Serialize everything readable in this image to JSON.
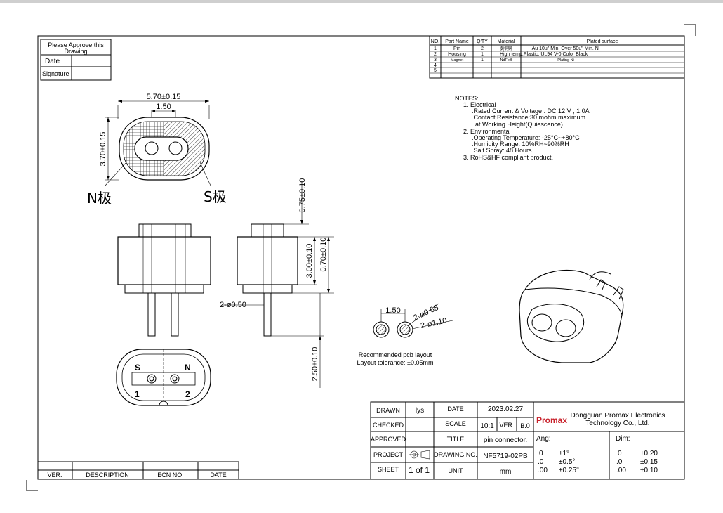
{
  "approve_box": {
    "title_line1": "Please Approve this",
    "title_line2": "Drawing",
    "date_label": "Date",
    "signature_label": "Signature"
  },
  "bom": {
    "headers": [
      "NO.",
      "Part Name",
      "Q'TY",
      "Material",
      "Plated surface"
    ],
    "rows": [
      [
        "1",
        "Pin",
        "2",
        "黄铜铜",
        "Au 10u\" Min. Over 50u\" Min. Ni"
      ],
      [
        "2",
        "Housing",
        "1",
        "High temp.Plastic; UL94 V-0 Color Black",
        ""
      ],
      [
        "3",
        "Magnet",
        "1",
        "NdFeB",
        "Plating Ni"
      ],
      [
        "4",
        "",
        "",
        "",
        ""
      ],
      [
        "5",
        "",
        "",
        "",
        ""
      ]
    ]
  },
  "notes": {
    "title": "NOTES:",
    "lines": [
      "1. Electrical",
      ".Rated Current & Voltage : DC 12 V ; 1.0A",
      ".Contact Resistance:30 mohm maximum",
      "at Working Height(Quiescence)",
      "2. Environmental",
      ".Operating Temperature: -25°C~+80°C",
      ".Humidity Range: 10%RH~90%RH",
      ".Salt Spray: 48 Hours",
      "3. RoHS&HF compliant product."
    ]
  },
  "dims": {
    "width": "5.70±0.15",
    "pitch": "1.50",
    "height": "3.70±0.15",
    "n_pole": "N极",
    "s_pole": "S极",
    "top_proj": "0.75±0.10",
    "body_h": "3.00±0.10",
    "total_h": "0.70±0.10",
    "pin_dia": "2-ø0.50",
    "pin_len": "2.50±0.10",
    "pcb_pitch": "1.50",
    "pcb_d1": "2-ø0.65",
    "pcb_d2": "2-ø1.10",
    "bottom_s": "S",
    "bottom_n": "N",
    "bottom_1": "1",
    "bottom_2": "2"
  },
  "pcb_caption": {
    "line1": "Recommended pcb layout",
    "line2": "Layout tolerance: ±0.05mm"
  },
  "revision": {
    "headers": [
      "VER.",
      "DESCRIPTION",
      "ECN NO.",
      "DATE"
    ]
  },
  "title_block": {
    "drawn_label": "DRAWN",
    "drawn_value": "lys",
    "date_label": "DATE",
    "date_value": "2023.02.27",
    "checked_label": "CHECKED",
    "scale_label": "SCALE",
    "scale_value": "10:1",
    "ver_label": "VER.",
    "ver_value": "B.0",
    "approved_label": "APPROVED",
    "title_label": "TITLE",
    "title_value": "pin connector.",
    "project_label": "PROJECT",
    "drawing_no_label": "DRAWING NO.",
    "drawing_no_value": "NF5719-02PB",
    "sheet_label": "SHEET",
    "sheet_value": "1 of 1",
    "unit_label": "UNIT",
    "unit_value": "mm",
    "logo": "Promax",
    "company_line1": "Dongguan Promax Electronics",
    "company_line2": "Technology Co., Ltd.",
    "ang_label": "Ang:",
    "dim_label": "Dim:",
    "ang_rows": [
      [
        "0",
        "±1°"
      ],
      [
        ".0",
        "±0.5°"
      ],
      [
        ".00",
        "±0.25°"
      ]
    ],
    "dim_rows": [
      [
        "0",
        "±0.20"
      ],
      [
        ".0",
        "±0.15"
      ],
      [
        ".00",
        "±0.10"
      ]
    ]
  },
  "colors": {
    "line": "#000000",
    "logo_red": "#c8202a",
    "topbar": "#cfcfcf"
  }
}
